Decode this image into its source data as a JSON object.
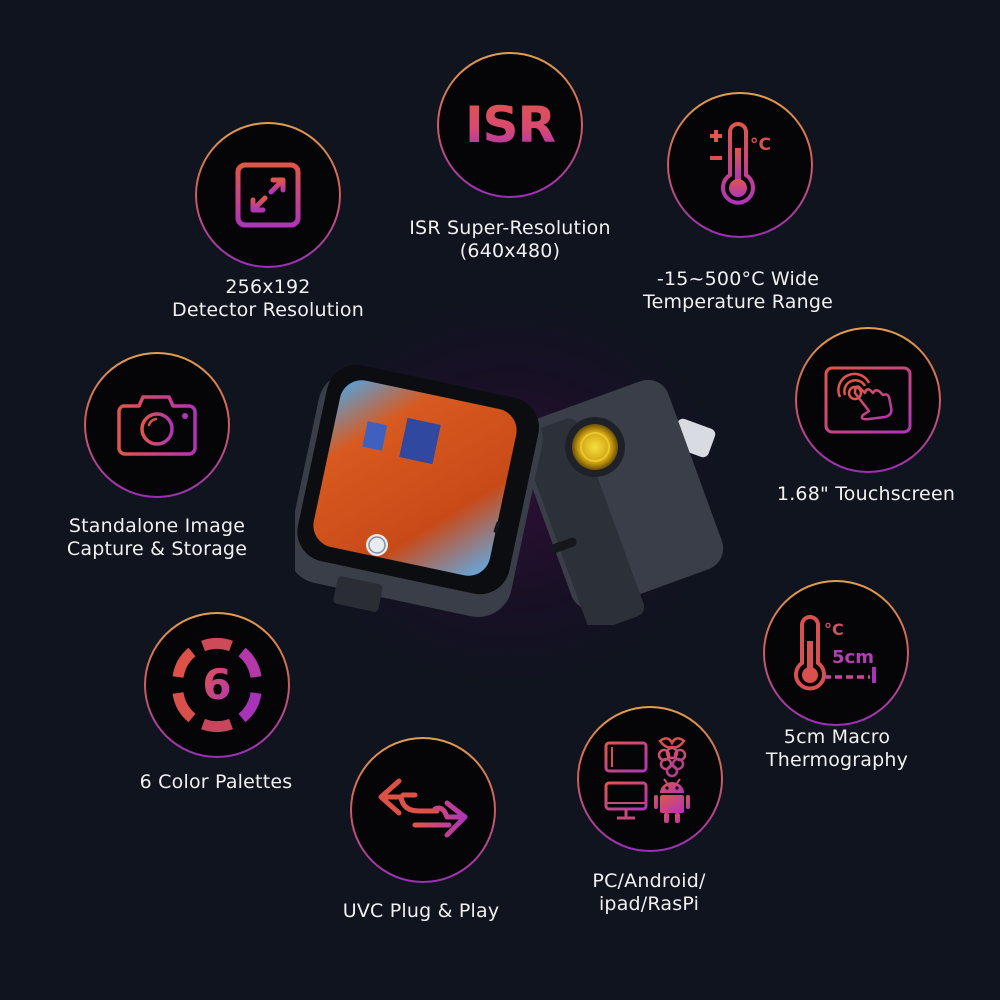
{
  "background_color": "#10141f",
  "accent_gradient": [
    "#e2a04c",
    "#d0605a",
    "#9a2fb8"
  ],
  "features": [
    {
      "id": "detector-resolution",
      "icon": "expand-arrows-icon",
      "lines": [
        "256x192",
        "Detector Resolution"
      ]
    },
    {
      "id": "isr-super-resolution",
      "icon": "isr-text-icon",
      "icon_text": "ISR",
      "lines": [
        "ISR Super-Resolution",
        "(640x480)"
      ]
    },
    {
      "id": "temperature-range",
      "icon": "thermometer-plus-minus-icon",
      "icon_text": "°C",
      "lines": [
        "-15~500°C Wide",
        "Temperature Range"
      ]
    },
    {
      "id": "touchscreen",
      "icon": "touch-screen-icon",
      "lines": [
        "1.68\" Touchscreen"
      ]
    },
    {
      "id": "image-capture",
      "icon": "camera-icon",
      "lines": [
        "Standalone Image",
        "Capture & Storage"
      ]
    },
    {
      "id": "color-palettes",
      "icon": "six-palette-ring-icon",
      "icon_text": "6",
      "lines": [
        "6 Color Palettes"
      ]
    },
    {
      "id": "uvc-plug-play",
      "icon": "bidirectional-arrows-icon",
      "lines": [
        "UVC Plug & Play"
      ]
    },
    {
      "id": "platform-support",
      "icon": "devices-tablet-raspberry-monitor-android-icon",
      "lines": [
        "PC/Android/",
        "ipad/RasPi"
      ]
    },
    {
      "id": "macro-thermography",
      "icon": "thermometer-distance-icon",
      "icon_text": "5cm",
      "icon_unit": "°C",
      "lines": [
        "5cm Macro",
        "Thermography"
      ]
    }
  ],
  "product": {
    "description": "thermal camera module with touchscreen and lens unit"
  }
}
